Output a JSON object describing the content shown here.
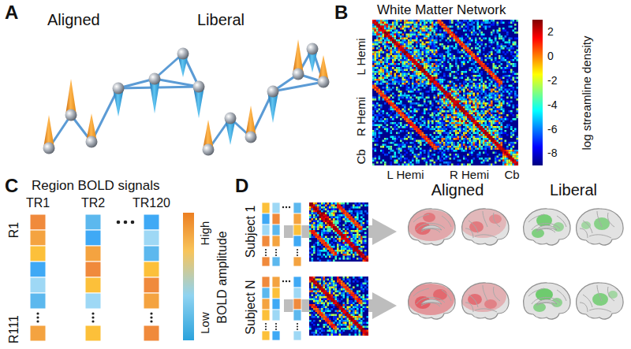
{
  "diagram": {
    "labels": [
      "A",
      "Aligned",
      "Liberal",
      "B",
      "White Matter Network",
      "L Hemi",
      "R Hemi",
      "Cb",
      "L Hemi",
      "R Hemi",
      "Cb",
      "2",
      "0",
      "-2",
      "-4",
      "-6",
      "-8",
      "log streamline density",
      "C",
      "Region BOLD signals",
      "TR1",
      "TR2",
      "TR120",
      "R1",
      "R111",
      "High",
      "Low",
      "BOLD amplitude",
      "D",
      "Subject 1",
      "Subject N",
      "Aligned",
      "Liberal"
    ]
  }
}
